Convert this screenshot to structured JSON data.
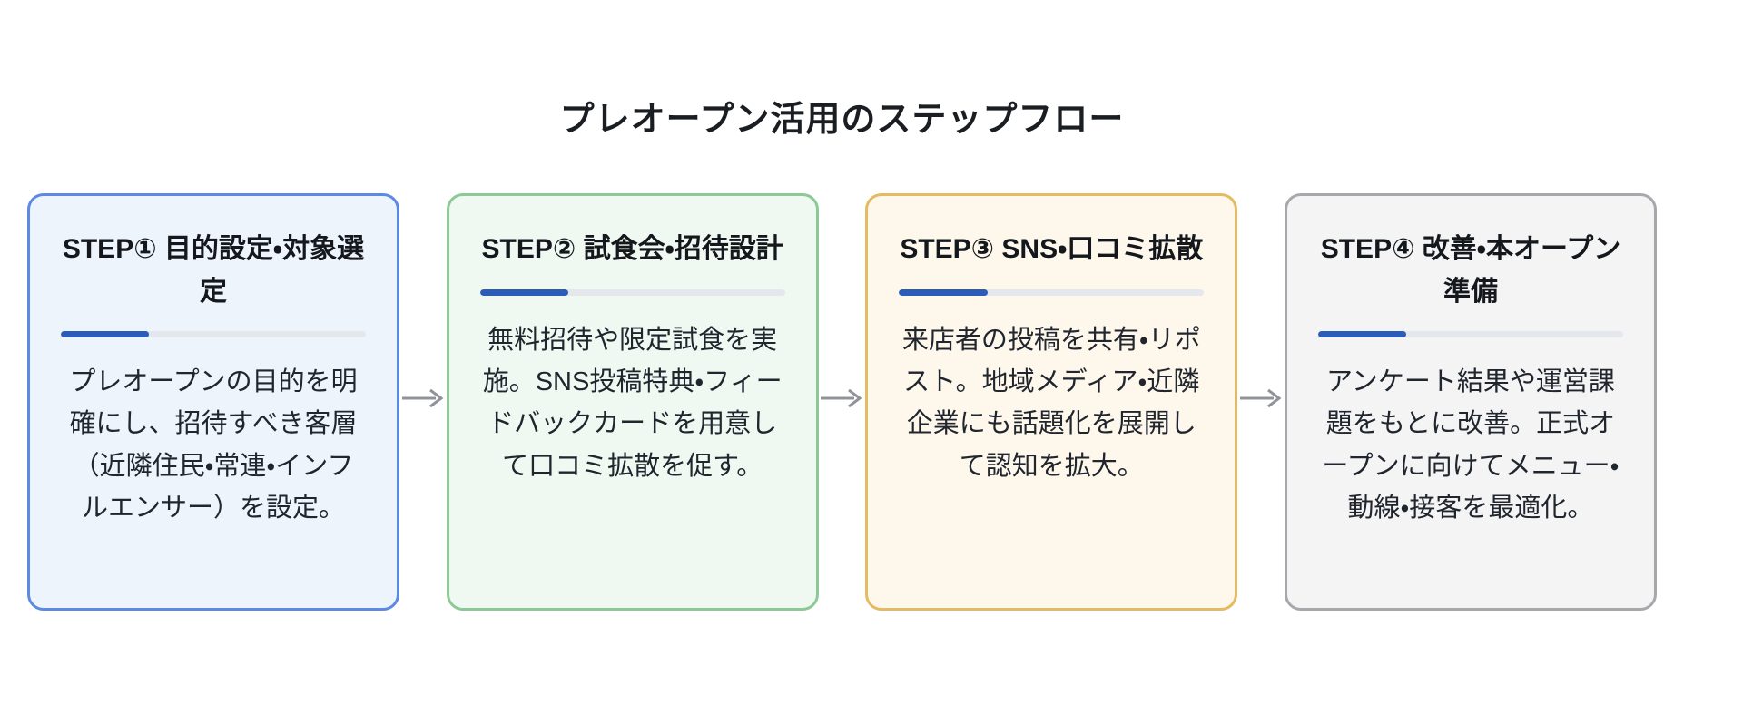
{
  "title": "プレオープン活用のステップフロー",
  "steps": [
    {
      "title": "STEP① 目的設定・対象選定",
      "description": "プレオープンの目的を明確にし、招待すべき客層（近隣住民・常連・インフルエンサー）を設定。",
      "border_color": "#5c89e4",
      "background_color": "#eef4fc"
    },
    {
      "title": "STEP② 試食会・招待設計",
      "description": "無料招待や限定試食を実施。SNS投稿特典・フィードバックカードを用意して口コミ拡散を促す。",
      "border_color": "#8cc997",
      "background_color": "#eff8f1"
    },
    {
      "title": "STEP③ SNS・口コミ拡散",
      "description": "来店者の投稿を共有・リポスト。地域メディア・近隣企業にも話題化を展開して認知を拡大。",
      "border_color": "#e4ba62",
      "background_color": "#fdf7ec"
    },
    {
      "title": "STEP④ 改善・本オープン準備",
      "description": "アンケート結果や運営課題をもとに改善。正式オープンに向けてメニュー・動線・接客を最適化。",
      "border_color": "#a6a8ac",
      "background_color": "#f4f4f5"
    }
  ],
  "progress_bar": {
    "fill_percent": 29,
    "fill_color": "#2a5cb8",
    "track_color": "#e4e7ec"
  },
  "arrow_color": "#90949a"
}
